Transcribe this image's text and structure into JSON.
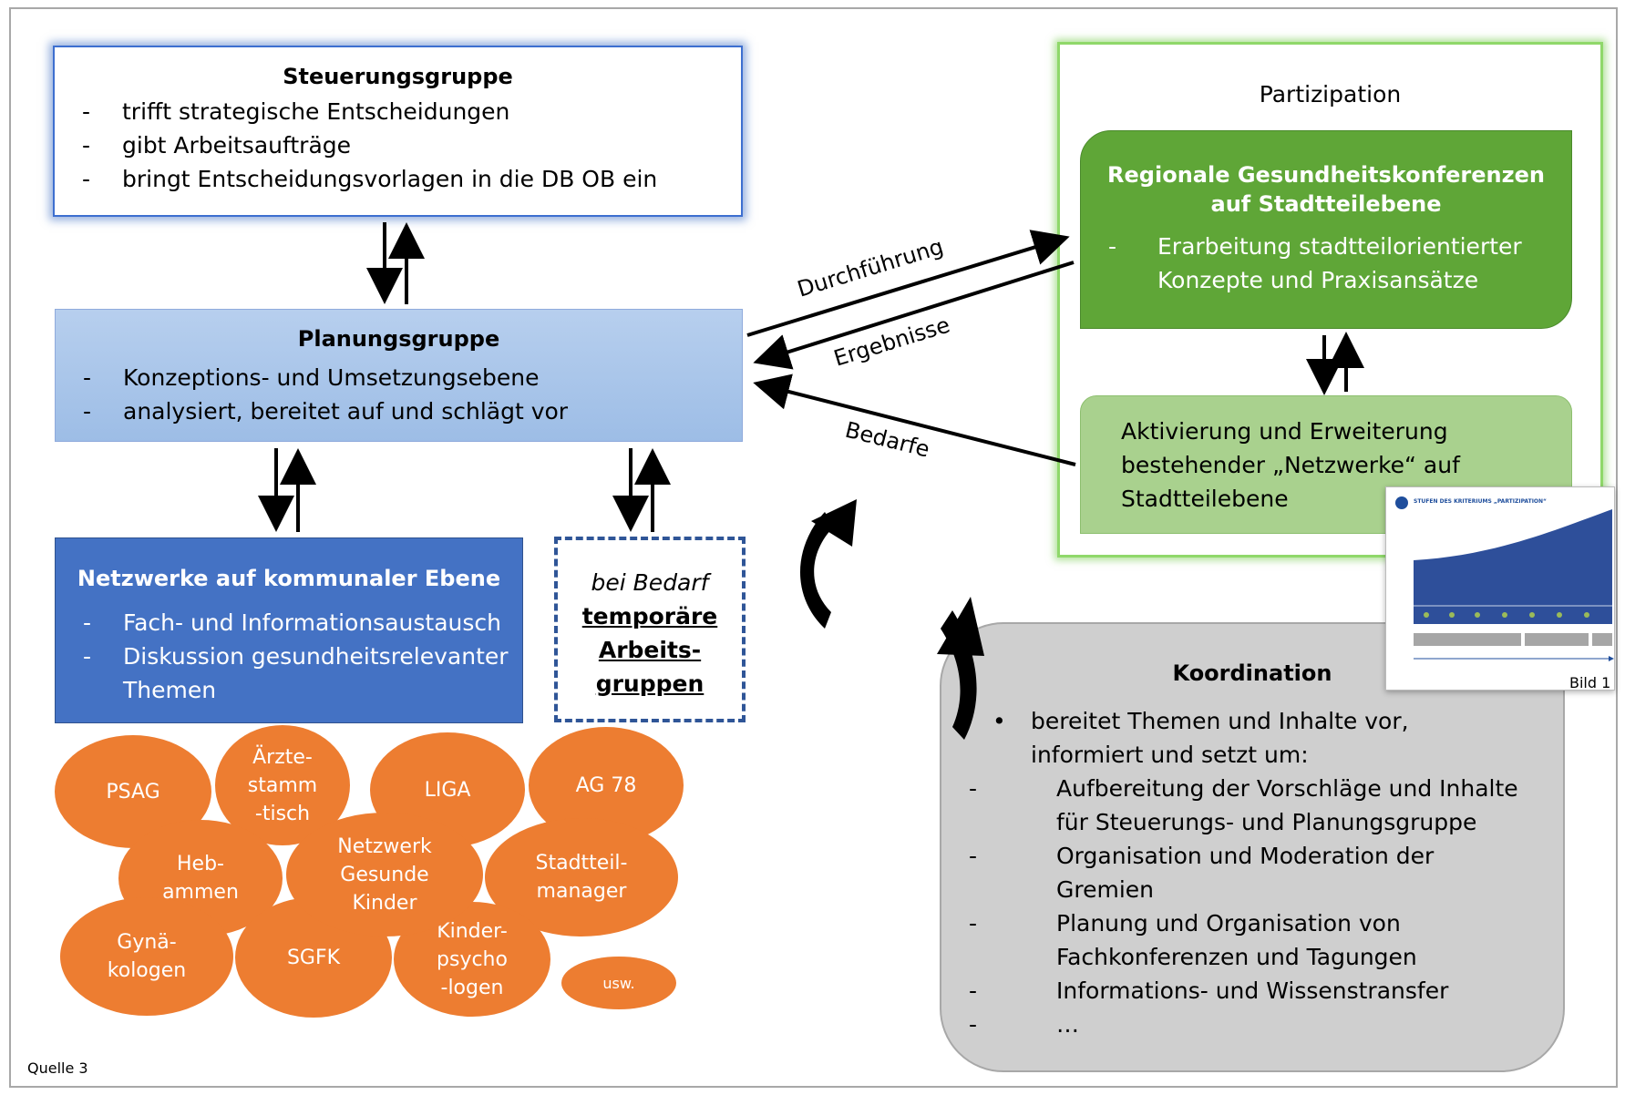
{
  "steuerungsgruppe": {
    "title": "Steuerungsgruppe",
    "items": [
      "trifft strategische Entscheidungen",
      "gibt Arbeitsaufträge",
      "bringt Entscheidungsvorlagen in die DB OB ein"
    ]
  },
  "planungsgruppe": {
    "title": "Planungsgruppe",
    "items": [
      "Konzeptions- und Umsetzungsebene",
      "analysiert, bereitet auf und schlägt vor"
    ]
  },
  "netzwerke": {
    "title": "Netzwerke auf kommunaler Ebene",
    "items": [
      "Fach- und Informationsaustausch",
      "Diskussion gesundheitsrelevanter Themen"
    ]
  },
  "temporaer": {
    "line1": "bei Bedarf",
    "line2": "temporäre",
    "line3": "Arbeits-",
    "line4": "gruppen"
  },
  "partizipation": {
    "label": "Partizipation",
    "konferenz_title_1": "Regionale Gesundheitskonferenzen",
    "konferenz_title_2": "auf Stadtteilebene",
    "konferenz_item_1": "Erarbeitung stadtteilorientierter",
    "konferenz_item_2": "Konzepte und Praxisansätze",
    "netzwerke_text": "Aktivierung und Erweiterung bestehender „Netzwerke“ auf Stadtteilebene"
  },
  "arrows": {
    "durchfuehrung": "Durchführung",
    "ergebnisse": "Ergebnisse",
    "bedarfe": "Bedarfe"
  },
  "koordination": {
    "title": "Koordination",
    "bullet": "bereitet Themen und Inhalte vor, informiert und setzt um:",
    "items": [
      "Aufbereitung der Vorschläge und Inhalte für Steuerungs- und Planungsgruppe",
      "Organisation und Moderation der Gremien",
      "Planung und Organisation von Fachkonferenzen und Tagungen",
      "Informations- und Wissenstransfer",
      "…"
    ]
  },
  "netzwerk_bubbles": [
    "PSAG",
    "Ärzte-\nstamm\n-tisch",
    "LIGA",
    "AG 78",
    "Heb-\nammen",
    "Netzwerk\nGesunde\nKinder",
    "Stadtteil-\nmanager",
    "Gynä-\nkologen",
    "SGFK",
    "Kinder-\npsycho\n-logen",
    "usw."
  ],
  "thumbnail": {
    "title": "STUFEN DES KRITERIUMS „PARTIZIPATION“",
    "caption": "Bild 1"
  },
  "source": "Quelle 3",
  "colors": {
    "steuerung_glow": "#4472c4",
    "planung_fill": "#a9c6e8",
    "netzwerk_fill": "#4472c4",
    "green_dark": "#70ad47",
    "green_light": "#a9d18e",
    "orange": "#ed7d31",
    "koordination_fill": "#d0d0d0"
  }
}
